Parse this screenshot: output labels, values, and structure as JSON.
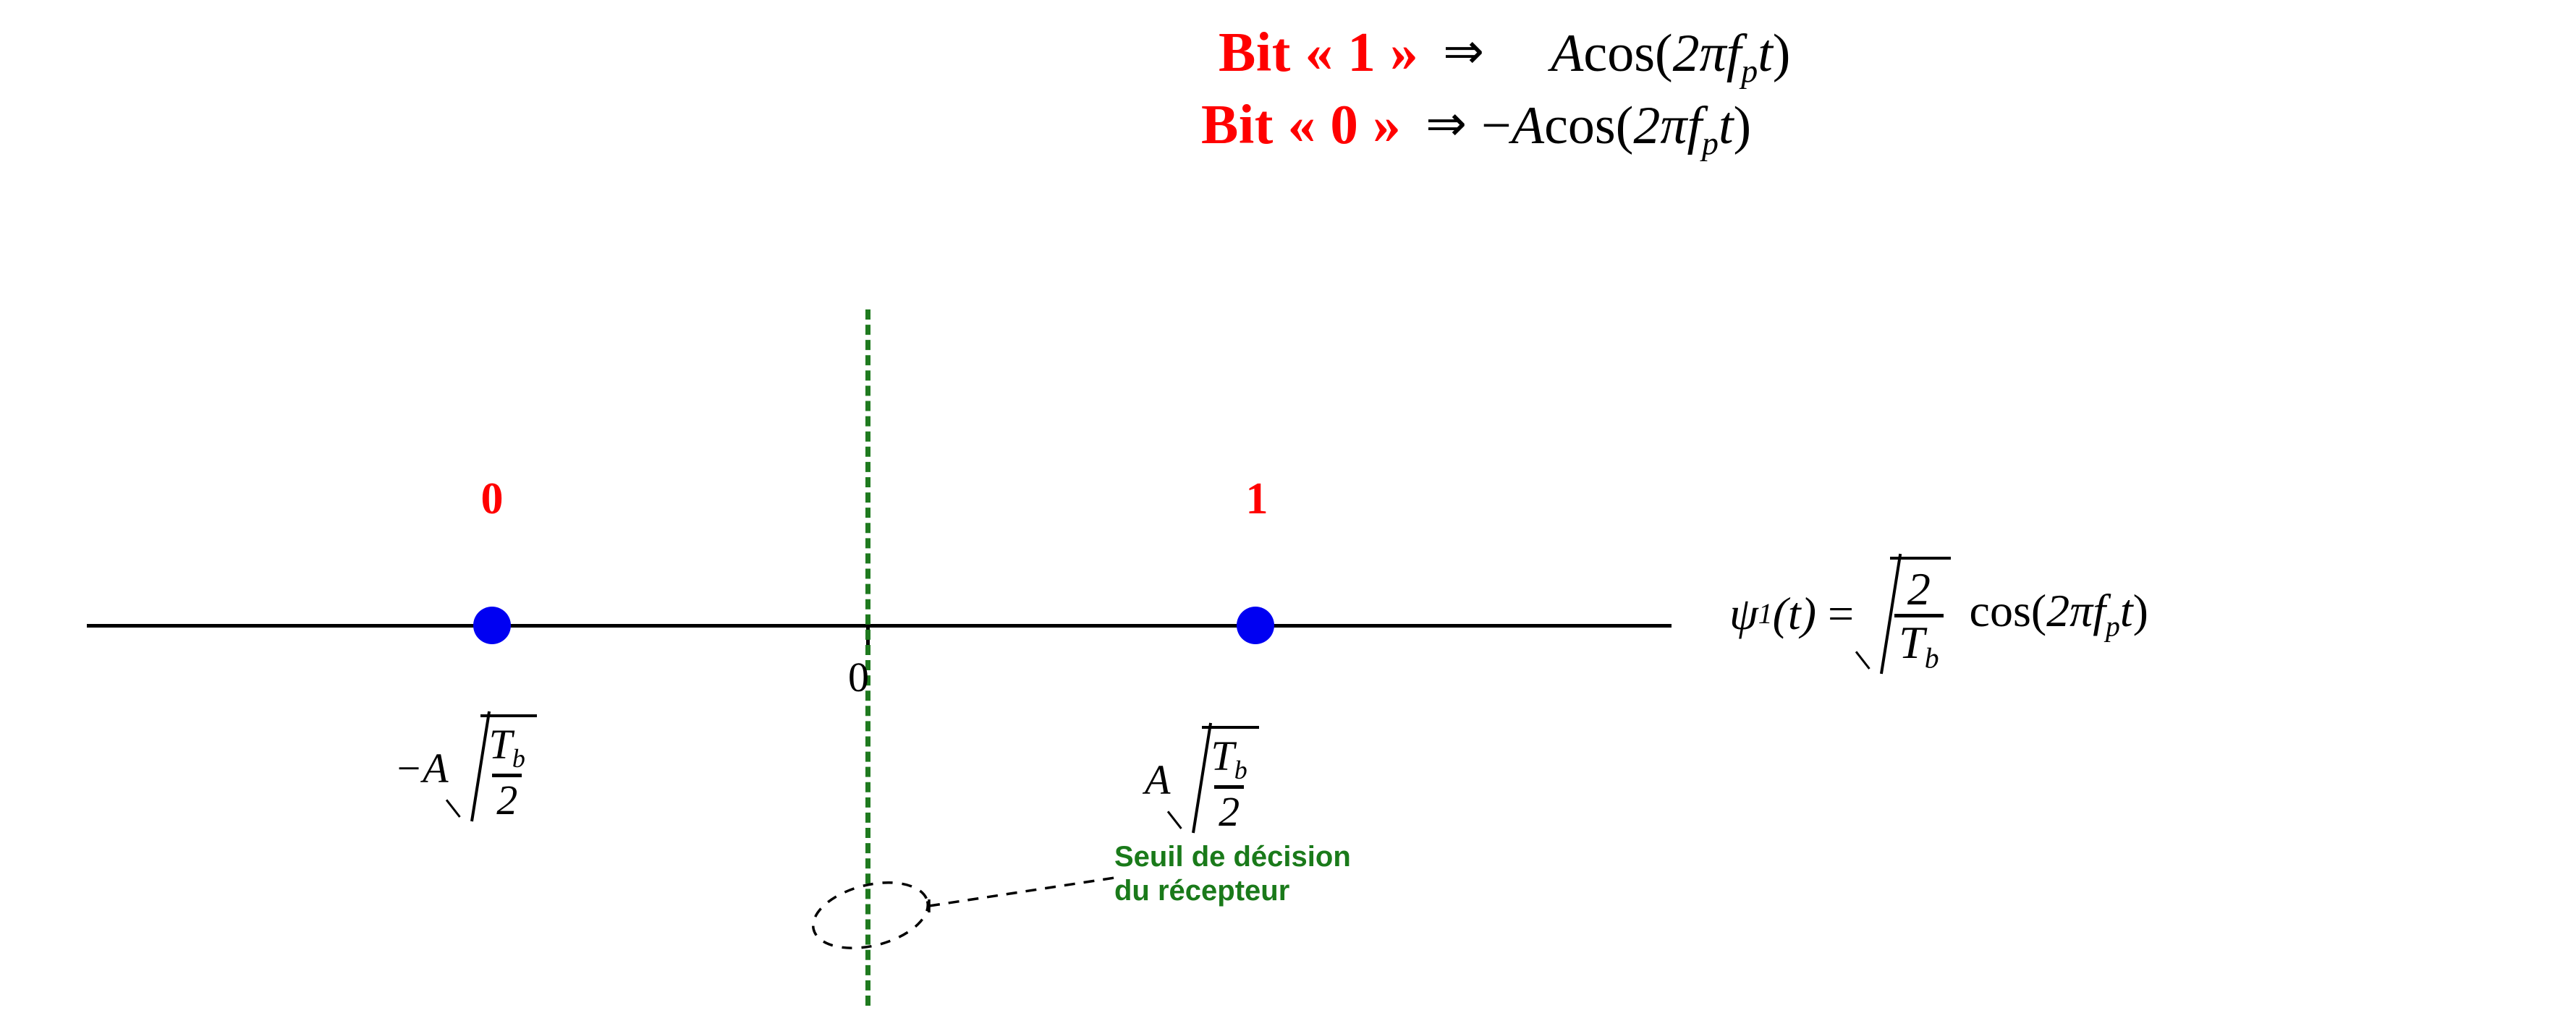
{
  "figure": {
    "title": "BPSK signal-space (constellation) diagram",
    "colors": {
      "bit_label": "#ff0000",
      "point": "#0000f2",
      "threshold": "#1f7a1f",
      "axis": "#000000",
      "note": "#1a7a1a"
    }
  },
  "implications": {
    "rows": [
      {
        "bit_label": "Bit « 1 »",
        "arrow": "⇒",
        "sign": "",
        "amplitude": "A",
        "function": "cos",
        "open_paren": "(",
        "two_pi": "2π",
        "freq": "f",
        "freq_sub": "p",
        "time": "t",
        "close_paren": ")"
      },
      {
        "bit_label": "Bit « 0 »",
        "arrow": "⇒",
        "sign": "−",
        "amplitude": "A",
        "function": "cos",
        "open_paren": "(",
        "two_pi": "2π",
        "freq": "f",
        "freq_sub": "p",
        "time": "t",
        "close_paren": ")"
      }
    ]
  },
  "constellation": {
    "axis_label_origin": "0",
    "points": [
      {
        "bit": "0",
        "marker_label": "0",
        "coeff": "−A",
        "radicand_numerator": "T",
        "radicand_numerator_sub": "b",
        "radicand_denominator": "2"
      },
      {
        "bit": "1",
        "marker_label": "1",
        "coeff": "A",
        "radicand_numerator": "T",
        "radicand_numerator_sub": "b",
        "radicand_denominator": "2"
      }
    ]
  },
  "basis_function": {
    "symbol": "ψ",
    "symbol_sub": "1",
    "arg": "(t)",
    "equals": "=",
    "radicand_numerator": "2",
    "radicand_denominator": "T",
    "radicand_denominator_sub": "b",
    "function": "cos",
    "open_paren": "(",
    "two_pi": "2π",
    "freq": "f",
    "freq_sub": "p",
    "time": "t",
    "close_paren": ")"
  },
  "annotation": {
    "line1": "Seuil de décision",
    "line2": "du récepteur"
  },
  "chart_data": {
    "type": "scatter",
    "title": "BPSK constellation on basis function psi_1(t)",
    "xlabel": "ψ₁(t)",
    "ylabel": "",
    "x": [
      -1,
      1
    ],
    "y": [
      0,
      0
    ],
    "point_labels": [
      "0",
      "1"
    ],
    "point_value_labels": [
      "−A√(T_b/2)",
      "A√(T_b/2)"
    ],
    "origin_tick": 0,
    "decision_threshold_x": 0,
    "grid": false,
    "legend": "none"
  }
}
